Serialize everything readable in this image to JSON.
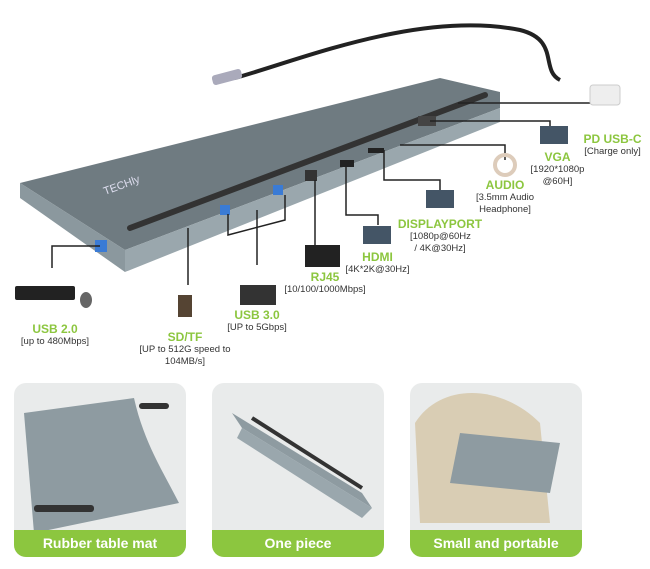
{
  "brand": "TECHly",
  "ports": [
    {
      "name": "USB 2.0",
      "spec": "[up to 480Mbps]"
    },
    {
      "name": "SD/TF",
      "spec": "[UP to 512G speed to 104MB/s]"
    },
    {
      "name": "USB 3.0",
      "spec": "[UP to 5Gbps]"
    },
    {
      "name": "RJ45",
      "spec": "[10/100/1000Mbps]"
    },
    {
      "name": "HDMI",
      "spec": "[4K*2K@30Hz]"
    },
    {
      "name": "DISPLAYPORT",
      "spec": "[1080p@60Hz / 4K@30Hz]"
    },
    {
      "name": "AUDIO",
      "spec": "[3.5mm Audio Headphone]"
    },
    {
      "name": "VGA",
      "spec": "[1920*1080p @60H]"
    },
    {
      "name": "PD USB-C",
      "spec": "[Charge only]"
    }
  ],
  "features": [
    "Rubber table mat",
    "One piece",
    "Small and portable"
  ],
  "colors": {
    "accent": "#8cc63f",
    "body": "#7f8d93"
  }
}
